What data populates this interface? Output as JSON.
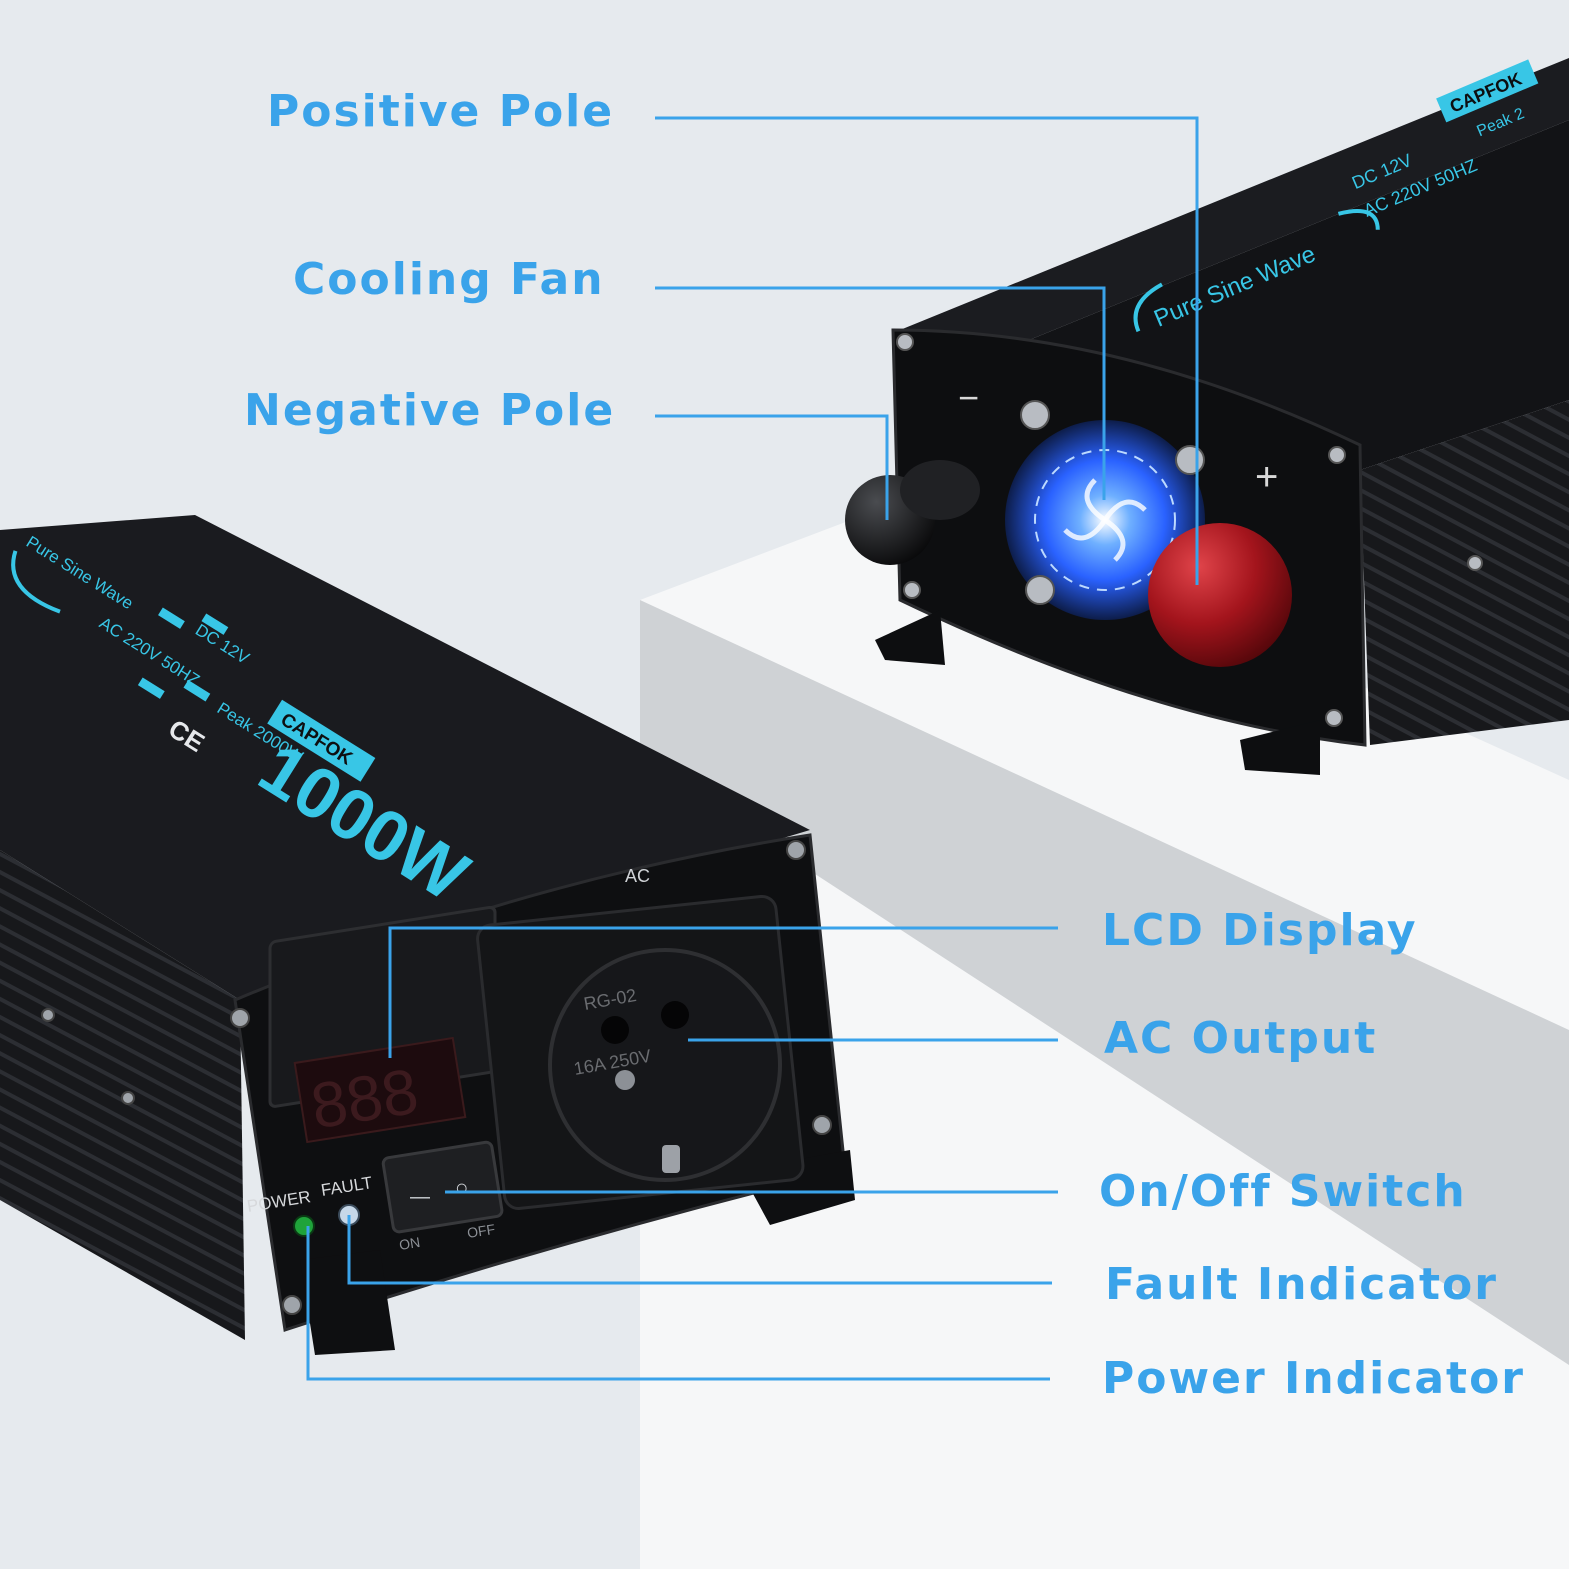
{
  "callouts": {
    "positive_pole": "Positive Pole",
    "cooling_fan": "Cooling Fan",
    "negative_pole": "Negative Pole",
    "lcd_display": "LCD Display",
    "ac_output": "AC Output",
    "onoff_switch": "On/Off Switch",
    "fault_indicator": "Fault Indicator",
    "power_indicator": "Power Indicator"
  },
  "product_front": {
    "brand": "CAPFOK",
    "wattage": "1000W",
    "peak": "Peak 2000W",
    "dc": "DC 12V",
    "ac": "AC 220V 50HZ",
    "wave": "Pure Sine Wave",
    "ce_mark": "CE",
    "ac_label": "AC",
    "socket_model": "RG-02",
    "socket_rating": "16A 250V",
    "lcd_reading": "888",
    "power_label": "POWER",
    "fault_label": "FAULT",
    "switch_on": "ON",
    "switch_off": "OFF",
    "switch_mark_on": "—",
    "switch_mark_off": "○"
  },
  "product_back": {
    "brand": "CAPFOK",
    "peak": "Peak 2",
    "dc": "DC 12V",
    "ac": "AC 220V 50HZ",
    "wave": "Pure Sine Wave",
    "minus": "−",
    "plus": "+"
  },
  "colors": {
    "callout_text": "#3aa3ea",
    "leader_line": "#3aa3ea",
    "housing": "#141518",
    "print_cyan": "#38c6e6",
    "background": "#e6eaee",
    "positive_terminal": "#a3141c",
    "fan_glow": "#2a62ff"
  },
  "icons": [
    "fan-icon",
    "ce-mark-icon",
    "screw-icon",
    "socket-icon"
  ]
}
